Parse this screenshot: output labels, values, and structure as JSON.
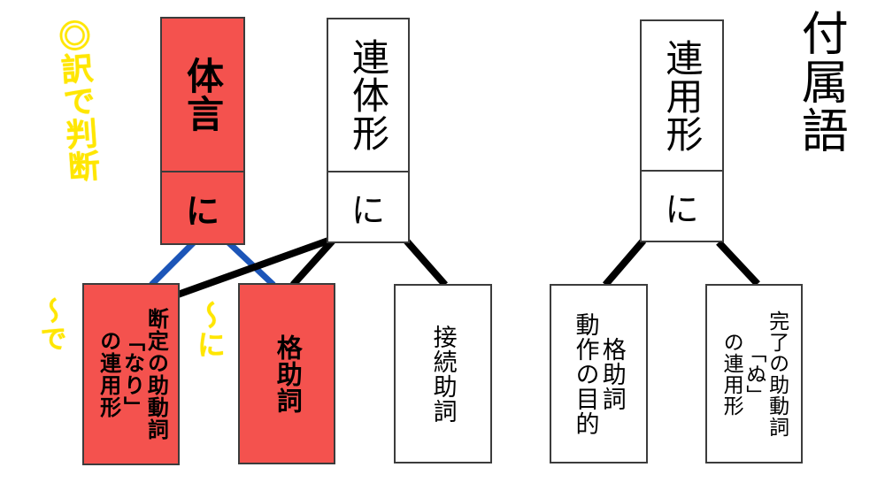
{
  "title": {
    "text": "付属語"
  },
  "colors": {
    "highlight_red": "#f4524e",
    "line_blue": "#1c55b8",
    "line_black": "#000000",
    "annotation_yellow": "#ffe600",
    "box_border": "#3c3c3c"
  },
  "top_boxes": [
    {
      "id": "taigen",
      "label": "体言",
      "particle": "に",
      "highlighted": true
    },
    {
      "id": "rentaikei",
      "label": "連体形",
      "particle": "に",
      "highlighted": false
    },
    {
      "id": "renyoukei",
      "label": "連用形",
      "particle": "に",
      "highlighted": false
    }
  ],
  "bottom_boxes": [
    {
      "id": "dantei",
      "label": "断定の助動詞\n「なり」\nの連用形",
      "highlighted": true
    },
    {
      "id": "kakujoshi",
      "label": "格助詞",
      "highlighted": true
    },
    {
      "id": "setsuzoku",
      "label": "接続助詞",
      "highlighted": false
    },
    {
      "id": "kaku_mokuteki",
      "label": "格助詞\n動作の目的",
      "highlighted": false
    },
    {
      "id": "kanryou",
      "label": "完了の助動詞\n「ぬ」\nの連用形",
      "highlighted": false
    }
  ],
  "annotations": {
    "judge_note": "◎訳で判断",
    "tilde_de": "〜で",
    "tilde_ni": "〜に"
  },
  "connections": [
    {
      "from": "taigen",
      "to": "dantei",
      "color": "blue"
    },
    {
      "from": "taigen",
      "to": "kakujoshi",
      "color": "blue"
    },
    {
      "from": "rentaikei",
      "to": "dantei",
      "color": "black"
    },
    {
      "from": "rentaikei",
      "to": "kakujoshi",
      "color": "black"
    },
    {
      "from": "rentaikei",
      "to": "setsuzoku",
      "color": "black"
    },
    {
      "from": "renyoukei",
      "to": "kaku_mokuteki",
      "color": "black"
    },
    {
      "from": "renyoukei",
      "to": "kanryou",
      "color": "black"
    }
  ]
}
